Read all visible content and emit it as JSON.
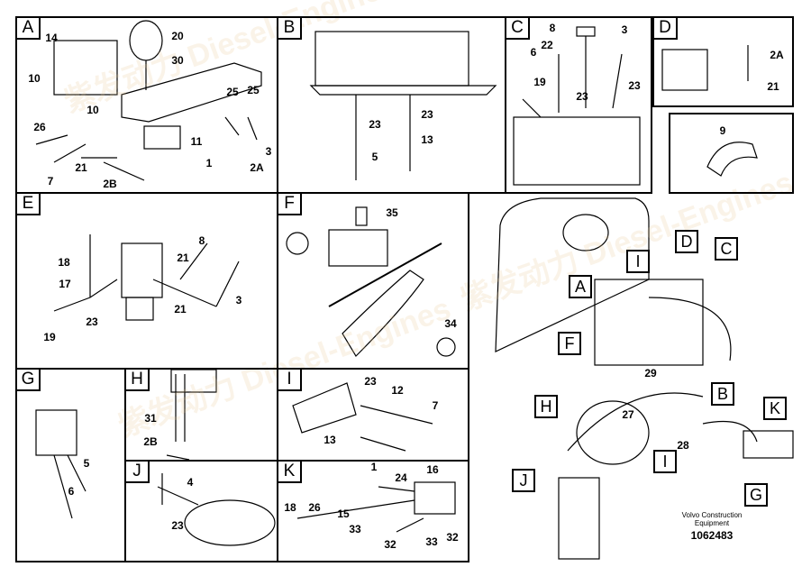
{
  "panels": {
    "A": {
      "label": "A",
      "callouts": [
        "14",
        "20",
        "30",
        "10",
        "10",
        "25",
        "25",
        "26",
        "11",
        "3",
        "21",
        "1",
        "2A",
        "7",
        "2B"
      ]
    },
    "B": {
      "label": "B",
      "callouts": [
        "23",
        "23",
        "13",
        "5"
      ]
    },
    "C": {
      "label": "C",
      "callouts": [
        "8",
        "3",
        "22",
        "6",
        "19",
        "23",
        "23"
      ]
    },
    "D": {
      "label": "D",
      "callouts": [
        "2A",
        "21"
      ]
    },
    "detail9": {
      "callouts": [
        "9"
      ]
    },
    "E": {
      "label": "E",
      "callouts": [
        "18",
        "8",
        "21",
        "17",
        "3",
        "21",
        "23",
        "19"
      ]
    },
    "F": {
      "label": "F",
      "callouts": [
        "35",
        "34"
      ]
    },
    "G": {
      "label": "G",
      "callouts": [
        "5",
        "6"
      ]
    },
    "H": {
      "label": "H",
      "callouts": [
        "31",
        "2B"
      ]
    },
    "I": {
      "label": "I",
      "callouts": [
        "23",
        "12",
        "7",
        "13"
      ]
    },
    "J": {
      "label": "J",
      "callouts": [
        "4",
        "23"
      ]
    },
    "K": {
      "label": "K",
      "callouts": [
        "1",
        "24",
        "16",
        "18",
        "26",
        "15",
        "33",
        "32",
        "33",
        "32"
      ]
    }
  },
  "overview": {
    "callouts": [
      "29",
      "27",
      "28"
    ],
    "markers": [
      "A",
      "I",
      "D",
      "C",
      "F",
      "H",
      "B",
      "K",
      "I",
      "J",
      "G"
    ]
  },
  "footer": {
    "line1": "Volvo Construction",
    "line2": "Equipment",
    "drawing_number": "1062483"
  },
  "watermark": {
    "text": "紫发动力 Diesel-Engines"
  }
}
